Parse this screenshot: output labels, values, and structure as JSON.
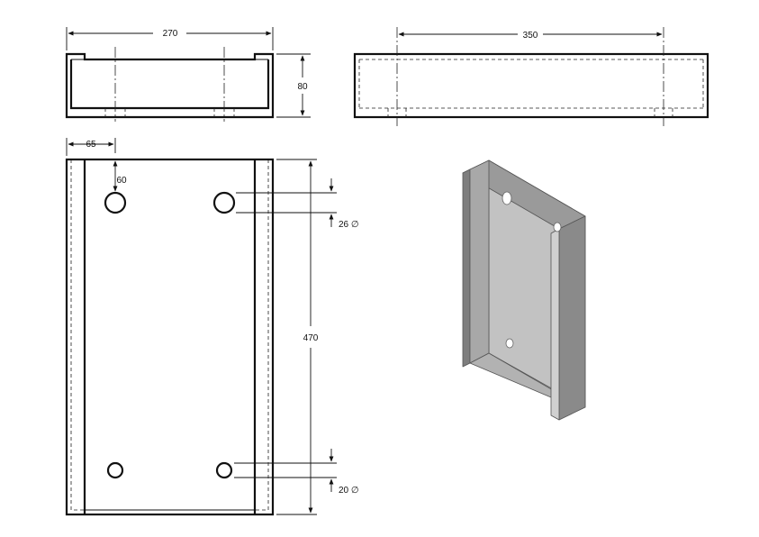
{
  "dimensions": {
    "width": "270",
    "length": "350",
    "height": "80",
    "edge_offset": "65",
    "top_offset": "60",
    "total_height": "470",
    "large_hole": "26 ∅",
    "small_hole": "20 ∅"
  }
}
